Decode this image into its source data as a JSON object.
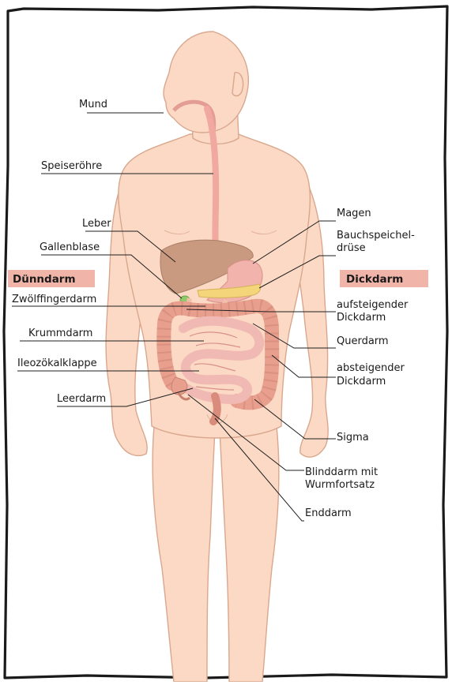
{
  "headers": {
    "small_intestine": "Dünndarm",
    "large_intestine": "Dickdarm"
  },
  "labels": {
    "mund": "Mund",
    "speiseroehre": "Speiseröhre",
    "leber": "Leber",
    "gallenblase": "Gallenblase",
    "zwoelffingerdarm": "Zwölffingerdarm",
    "krummdarm": "Krummdarm",
    "ileozoekalklappe": "Ileozökalklappe",
    "leerdarm": "Leerdarm",
    "magen": "Magen",
    "bauchspeicheldruese_1": "Bauchspeichel-",
    "bauchspeicheldruese_2": "drüse",
    "aufsteigender_1": "aufsteigender",
    "aufsteigender_2": "Dickdarm",
    "querdarm": "Querdarm",
    "absteigender_1": "absteigender",
    "absteigender_2": "Dickdarm",
    "sigma": "Sigma",
    "blinddarm_1": "Blinddarm mit",
    "blinddarm_2": "Wurmfortsatz",
    "enddarm": "Enddarm"
  },
  "colors": {
    "skin": "#fbd9c4",
    "skin_outline": "#d9a78e",
    "liver": "#c99a80",
    "stomach": "#f2b3ad",
    "pancreas": "#f4d57a",
    "gallbladder": "#8fc96a",
    "small_intestine": "#f1b9b3",
    "large_intestine": "#e89f8e",
    "esophagus": "#f5b8ae",
    "header_bg": "#f0b4a8",
    "frame": "#1a1a1a"
  }
}
